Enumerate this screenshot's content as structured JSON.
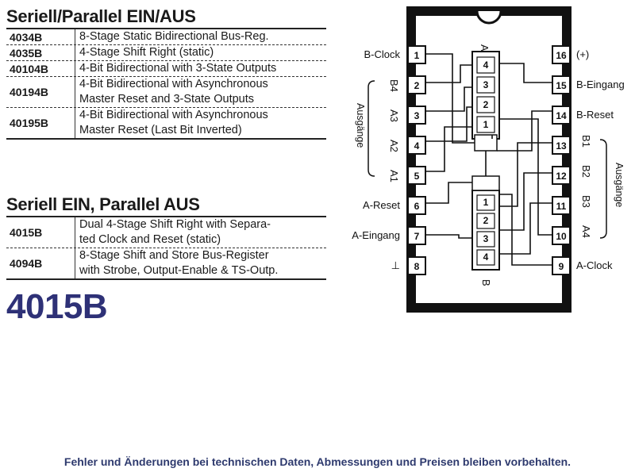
{
  "sections": {
    "serial_parallel": {
      "title": "Seriell/Parallel EIN/AUS",
      "rows": [
        {
          "code": "4034B",
          "lines": [
            "8-Stage Static Bidirectional Bus-Reg."
          ]
        },
        {
          "code": "4035B",
          "lines": [
            "4-Stage Shift Right (static)"
          ]
        },
        {
          "code": "40104B",
          "lines": [
            "4-Bit Bidirectional with 3-State Outputs"
          ]
        },
        {
          "code": "40194B",
          "lines": [
            "4-Bit Bidirectional with Asynchronous",
            "Master Reset and 3-State Outputs"
          ]
        },
        {
          "code": "40195B",
          "lines": [
            "4-Bit Bidirectional with Asynchronous",
            "Master Reset (Last Bit Inverted)"
          ]
        }
      ]
    },
    "serial_in_parallel_out": {
      "title": "Seriell EIN, Parallel AUS",
      "rows": [
        {
          "code": "4015B",
          "lines": [
            "Dual 4-Stage Shift Right with Separa-",
            "ted Clock and Reset (static)"
          ]
        },
        {
          "code": "4094B",
          "lines": [
            "8-Stage Shift and Store Bus-Register",
            "with Strobe, Output-Enable & TS-Outp."
          ]
        }
      ]
    }
  },
  "part_number": "4015B",
  "diagram": {
    "pins_left": [
      {
        "num": "1",
        "label": "B-Clock"
      },
      {
        "num": "2",
        "label": "B4"
      },
      {
        "num": "3",
        "label": "A3"
      },
      {
        "num": "4",
        "label": "A2"
      },
      {
        "num": "5",
        "label": "A1"
      },
      {
        "num": "6",
        "label": "A-Reset"
      },
      {
        "num": "7",
        "label": "A-Eingang"
      },
      {
        "num": "8",
        "label": "⊥"
      }
    ],
    "pins_right": [
      {
        "num": "16",
        "label": "(+)"
      },
      {
        "num": "15",
        "label": "B-Eingang"
      },
      {
        "num": "14",
        "label": "B-Reset"
      },
      {
        "num": "13",
        "label": "B1"
      },
      {
        "num": "12",
        "label": "B2"
      },
      {
        "num": "11",
        "label": "B3"
      },
      {
        "num": "10",
        "label": "A4"
      },
      {
        "num": "9",
        "label": "A-Clock"
      }
    ],
    "group_left": "Ausgänge",
    "group_right": "Ausgänge",
    "block_a_label": "A",
    "block_b_label": "B",
    "stage_labels_a": [
      "4",
      "3",
      "2",
      "1"
    ],
    "stage_labels_b": [
      "1",
      "2",
      "3",
      "4"
    ]
  },
  "footer": "Fehler und Änderungen bei technischen Daten, Abmessungen und Preisen bleiben vorbehalten."
}
